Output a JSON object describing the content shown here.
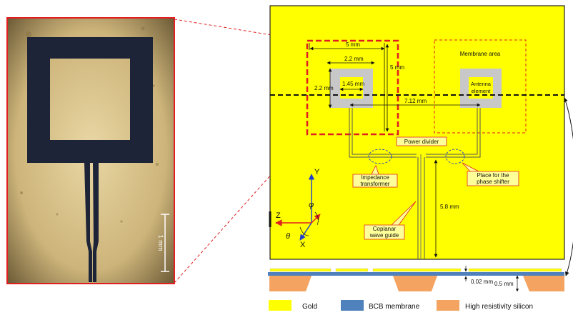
{
  "dimensions": {
    "outer_width": "5 mm",
    "inner_width": "2.2 mm",
    "slot": "1.45 mm",
    "left_height": "2.2 mm",
    "outer_height": "5 mm",
    "spacing": "7.12 mm",
    "feed_length": "5.8 mm",
    "membrane_thickness": "0.02 mm",
    "substrate_thickness": "0.5 mm"
  },
  "labels": {
    "membrane_area": "Membrane area",
    "antenna_line1": "Antenna",
    "antenna_line2": "element",
    "power_divider": "Power divider",
    "impedance_line1": "Impedance",
    "impedance_line2": "transformer",
    "phase_line1": "Place for the",
    "phase_line2": "phase shifter",
    "cpw_line1": "Coplanar",
    "cpw_line2": "wave guide",
    "scale_bar": "1 mm"
  },
  "axes": {
    "y": "Y",
    "z": "Z",
    "x": "X",
    "phi": "φ",
    "theta": "θ"
  },
  "legend": [
    {
      "label": "Gold",
      "color": "#ffff00"
    },
    {
      "label": "BCB membrane",
      "color": "#4f81bd"
    },
    {
      "label": "High resistivity silicon",
      "color": "#f4a460"
    }
  ],
  "colors": {
    "gold": "#ffff00",
    "bcb": "#4f81bd",
    "silicon": "#f4a460",
    "highlight_red": "#e02020",
    "grey_patch": "#c8c8c8"
  }
}
